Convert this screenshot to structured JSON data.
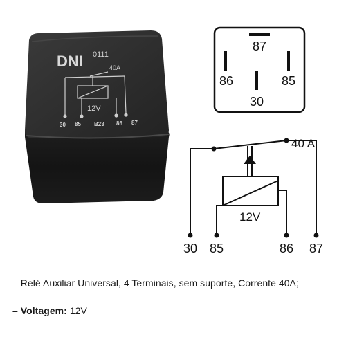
{
  "relay_label": {
    "brand": "DNI",
    "model": "0111",
    "rating": "40A",
    "voltage": "12V",
    "pins": [
      "30",
      "85",
      "B23",
      "86",
      "87"
    ]
  },
  "pinout": {
    "top": "87",
    "left": "86",
    "right": "85",
    "bottom": "30"
  },
  "schematic": {
    "current": "40 A",
    "voltage": "12V",
    "pins": [
      "30",
      "85",
      "86",
      "87"
    ]
  },
  "description": {
    "line1": "– Relé Auxiliar Universal, 4 Terminais, sem suporte, Corrente 40A;",
    "line2_label": "– Voltagem:",
    "line2_value": " 12V"
  },
  "colors": {
    "relay_body": "#262626",
    "relay_text": "#d0d0d0",
    "line": "#111111"
  }
}
